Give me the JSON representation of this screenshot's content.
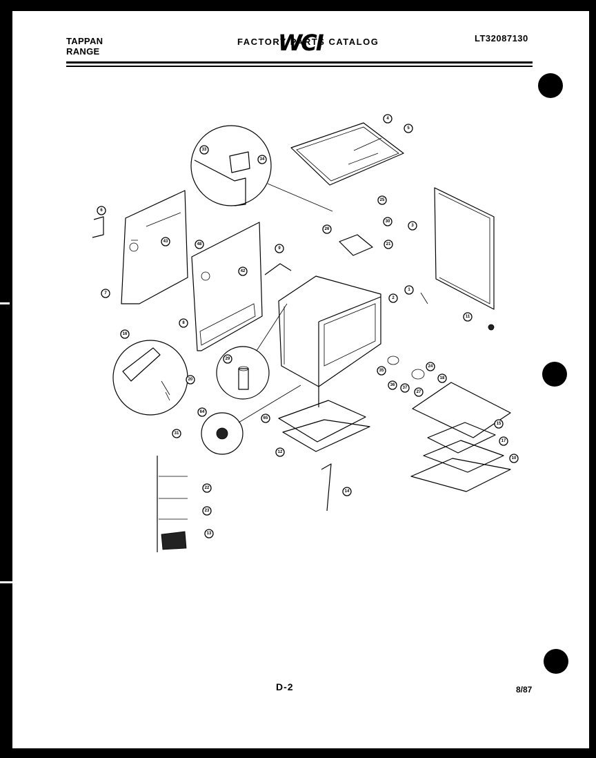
{
  "header": {
    "brand_line1": "TAPPAN",
    "brand_line2": "RANGE",
    "logo_text": "WCI",
    "catalog_title": "FACTORY PARTS CATALOG",
    "model_number": "LT32087130"
  },
  "footer": {
    "page_code": "D-2",
    "date": "8/87"
  },
  "callouts": [
    "4",
    "5",
    "6",
    "7",
    "8",
    "3",
    "9",
    "1",
    "2",
    "11",
    "21",
    "25",
    "30",
    "26",
    "33",
    "34",
    "43",
    "48",
    "42",
    "16",
    "20",
    "65",
    "64",
    "35",
    "36",
    "37",
    "27",
    "24",
    "18",
    "15",
    "17",
    "14",
    "12",
    "22",
    "23",
    "31",
    "29",
    "13",
    "10"
  ]
}
